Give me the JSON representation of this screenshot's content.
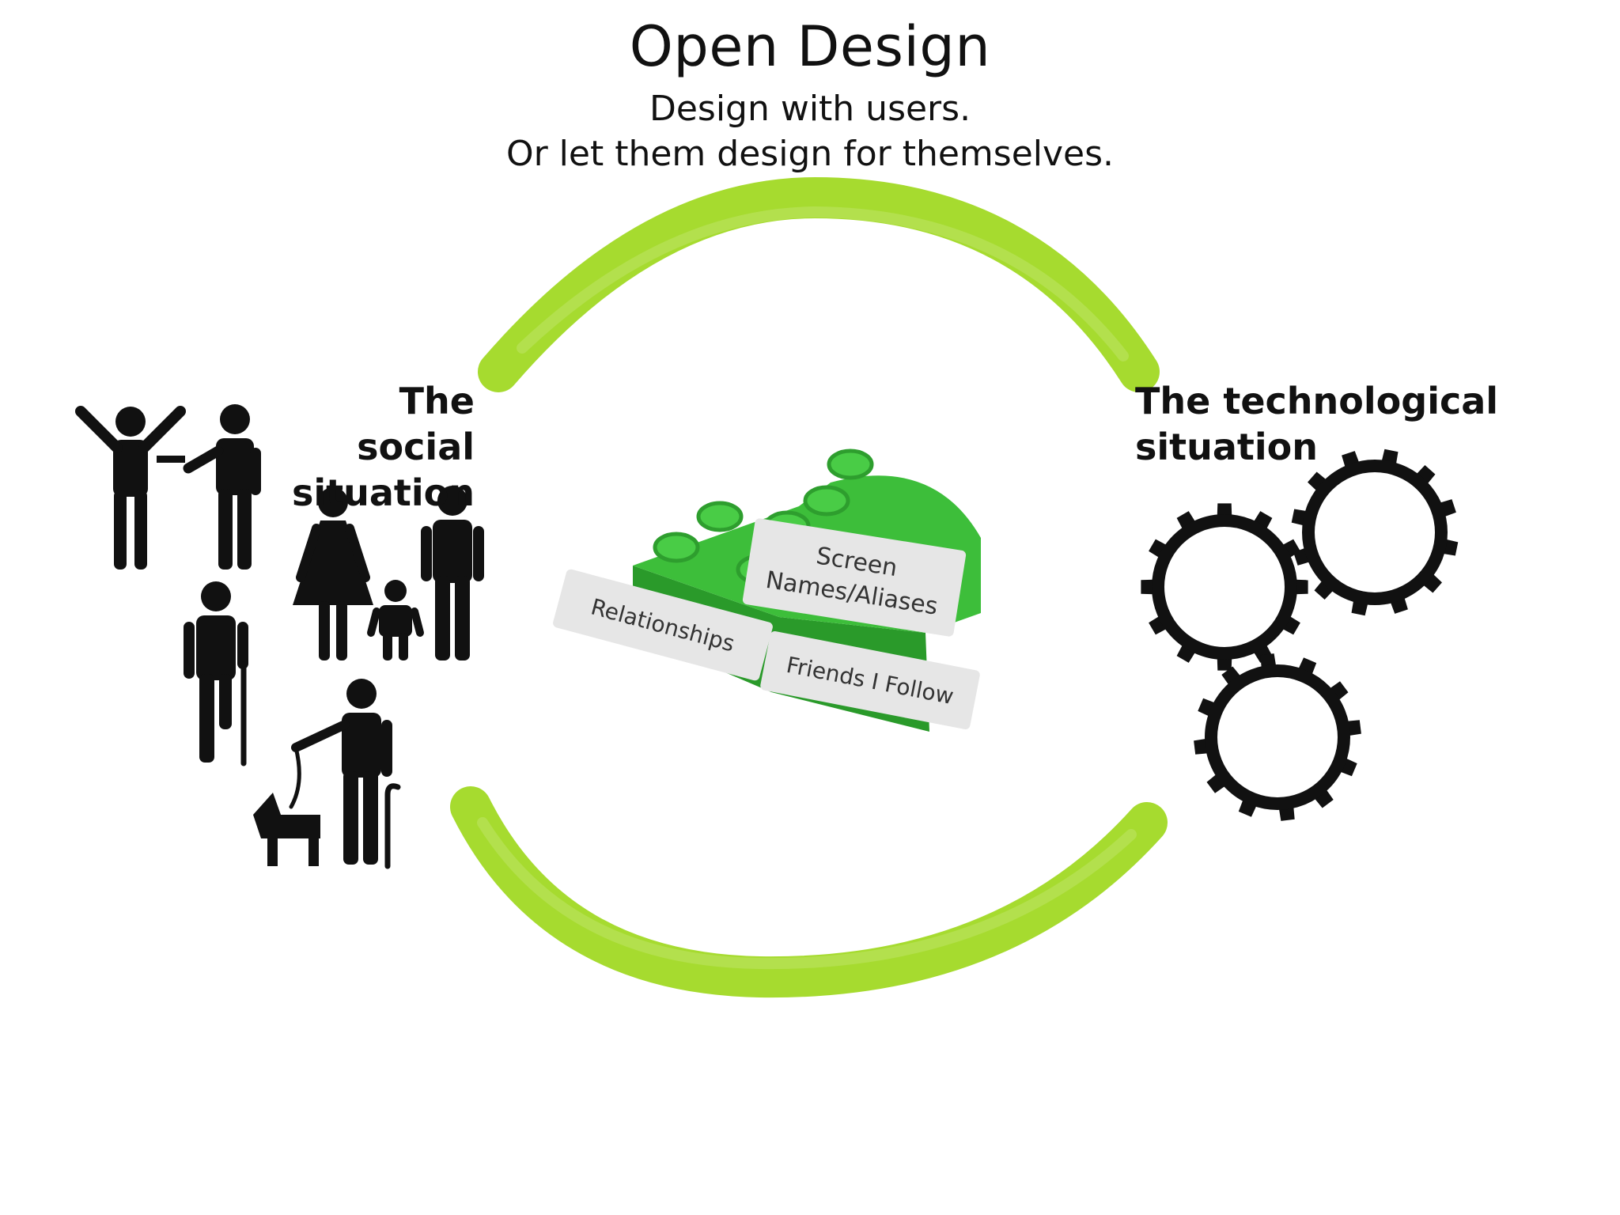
{
  "title": "Open Design",
  "subtitle_lines": [
    "Design with users.",
    "Or let them design for themselves."
  ],
  "left_label": [
    "The social",
    "situation"
  ],
  "right_label": [
    "The technological",
    "situation"
  ],
  "brick_labels": {
    "top": [
      "Screen",
      "Names/Aliases"
    ],
    "left": "Relationships",
    "right": "Friends I Follow"
  },
  "colors": {
    "arc": "#A6DB2F",
    "brick": "#3DBE3A",
    "brick_dark": "#2A9A2A",
    "icons": "#111111"
  },
  "icons": [
    "people-icon",
    "lego-brick-icon",
    "gears-icon"
  ]
}
